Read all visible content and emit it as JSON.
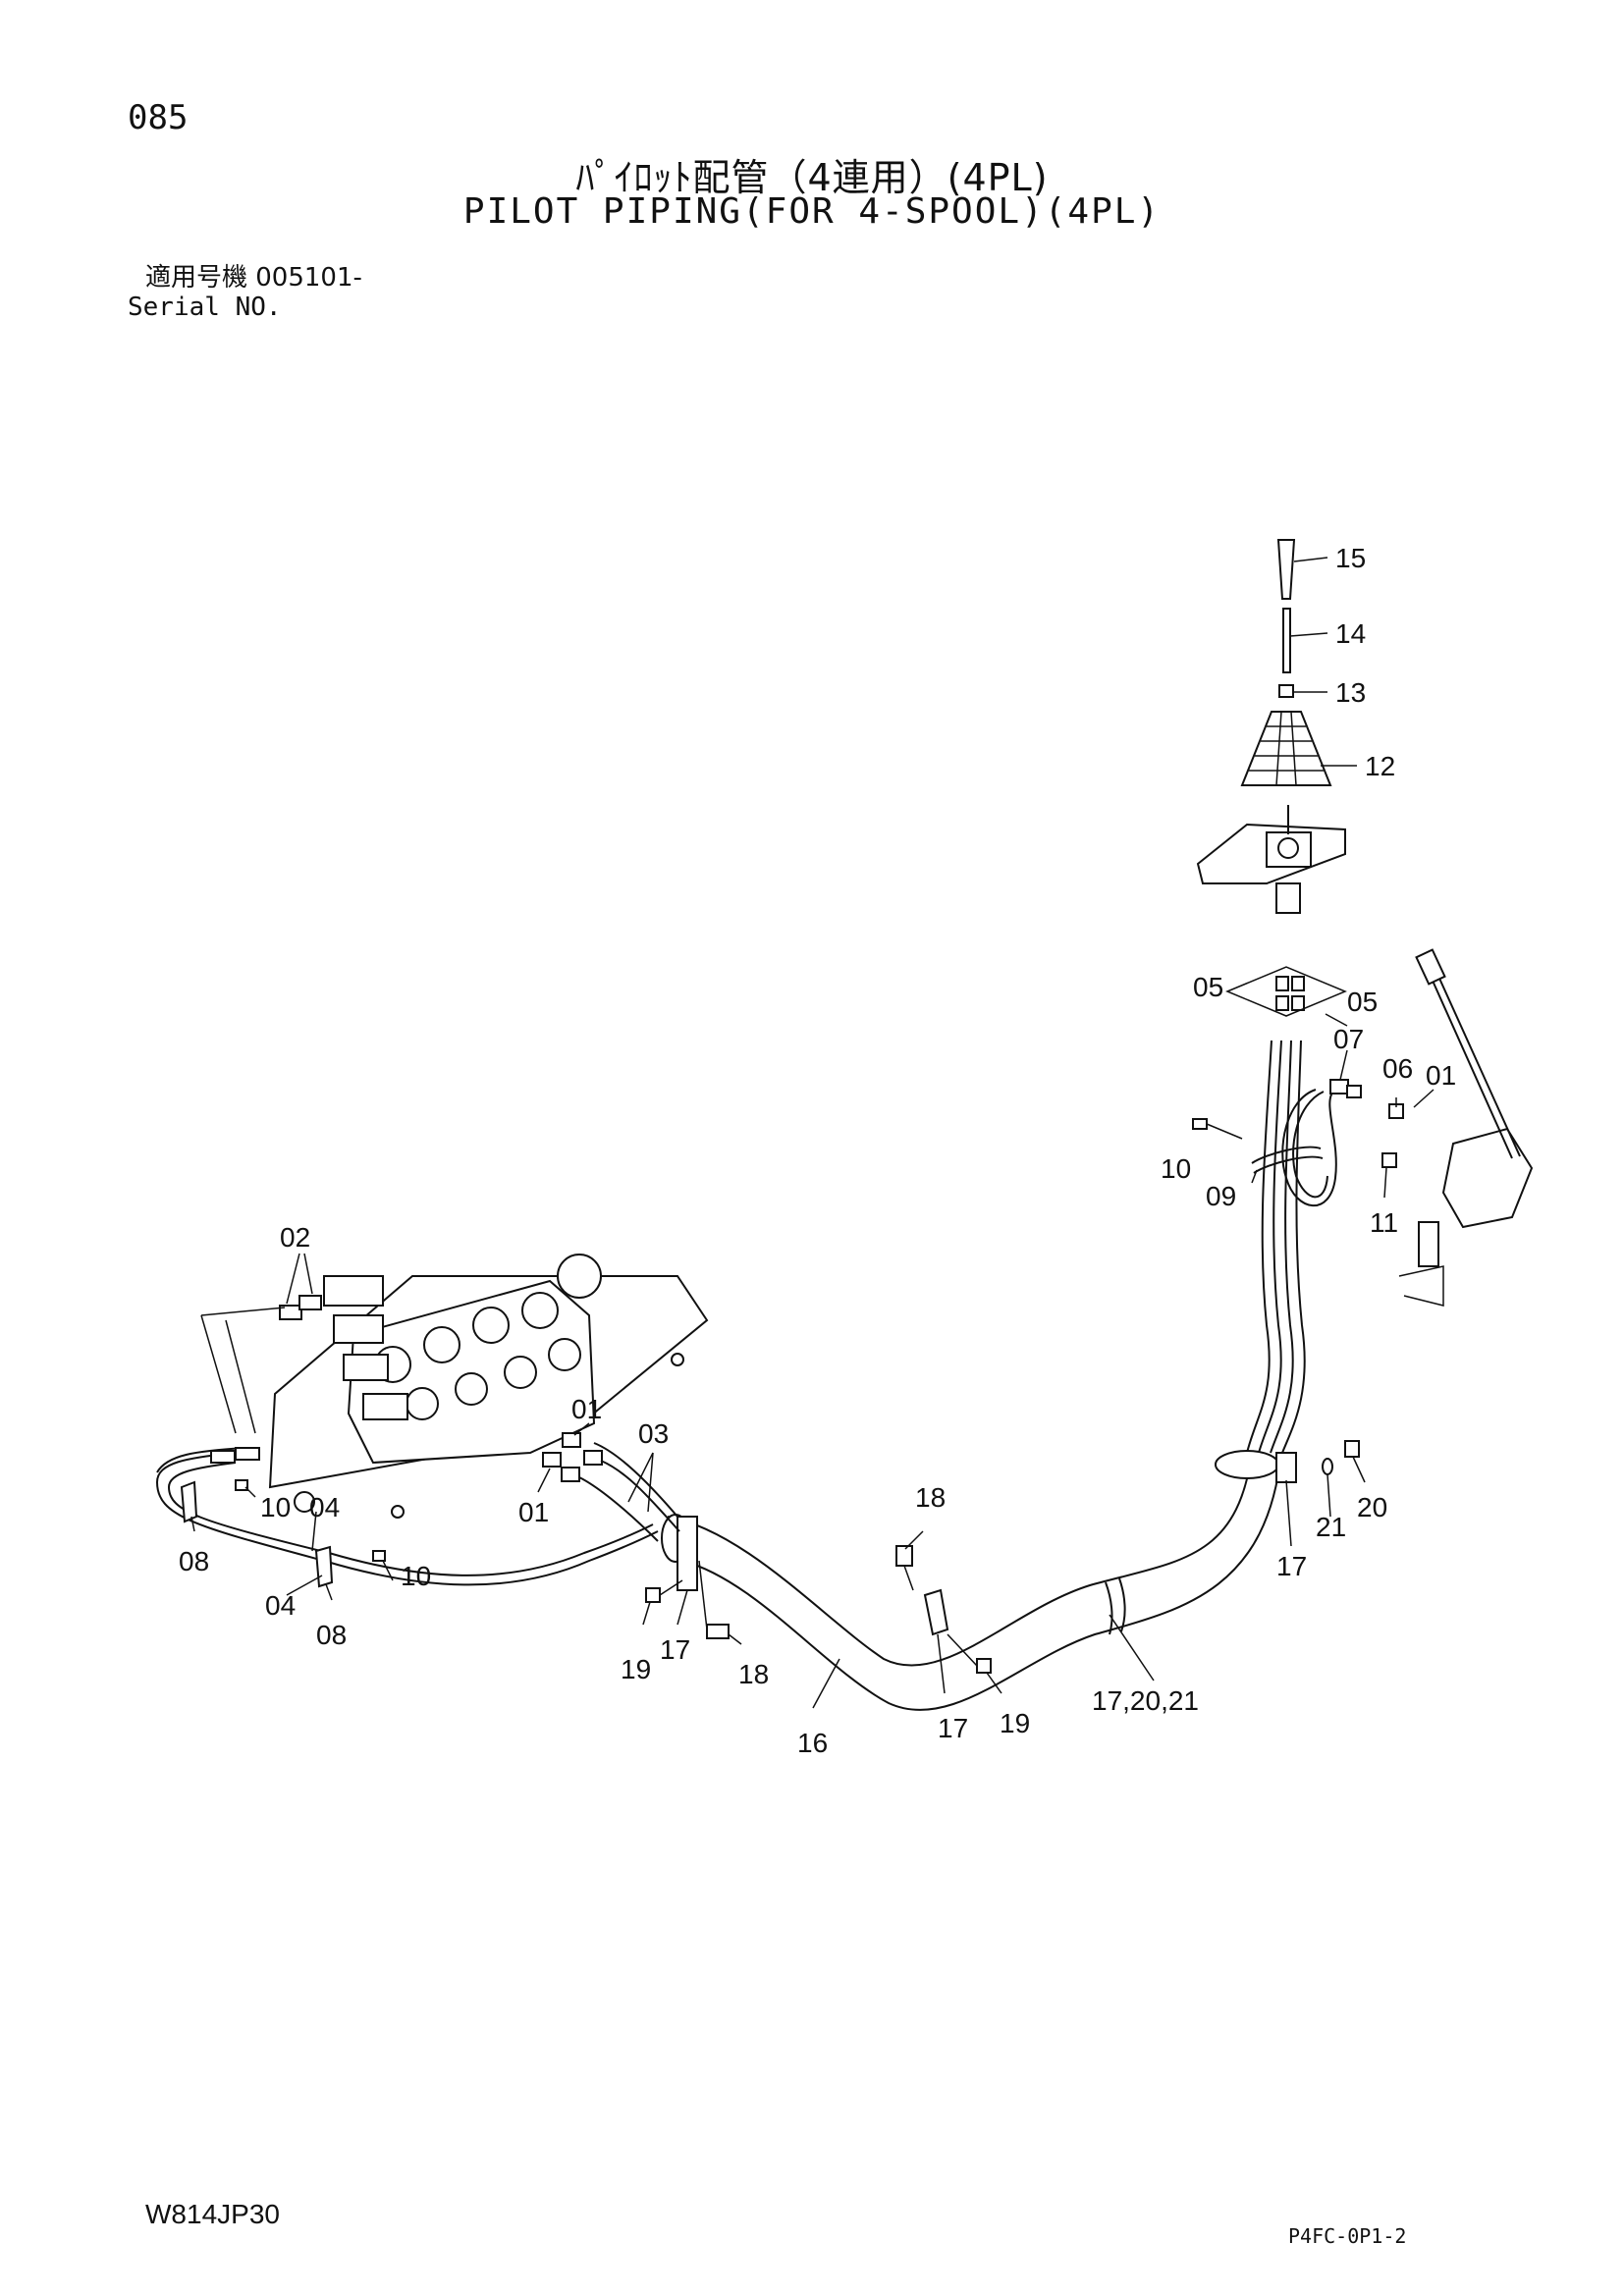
{
  "page_number": "085",
  "title_jp": "ﾊﾟｲﾛｯﾄ配管（4連用）(4PL)",
  "title_en": "PILOT PIPING(FOR 4-SPOOL)(4PL)",
  "serial": {
    "jp": "適用号機 005101-",
    "en": "Serial NO."
  },
  "footer": {
    "model": "W814JP30",
    "code": "P4FC-0P1-2"
  },
  "callouts": [
    "15",
    "14",
    "13",
    "12",
    "05",
    "05",
    "07",
    "06",
    "01",
    "10",
    "09",
    "11",
    "02",
    "01",
    "03",
    "10",
    "04",
    "08",
    "04",
    "08",
    "10",
    "01",
    "18",
    "19",
    "17",
    "18",
    "16",
    "17",
    "19",
    "17,20,21",
    "17",
    "21",
    "20"
  ]
}
